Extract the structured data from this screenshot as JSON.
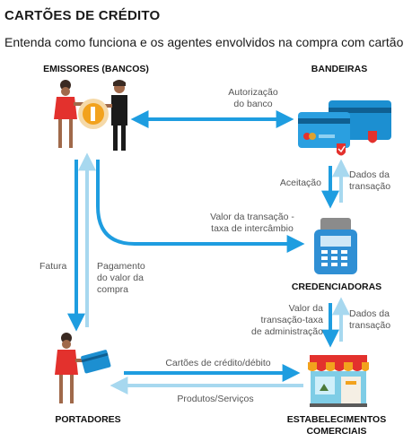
{
  "header": {
    "title": "CARTÕES DE CRÉDITO",
    "subtitle": "Entenda como funciona e os agentes envolvidos na compra com cartão"
  },
  "nodes": {
    "emissores": "EMISSORES (BANCOS)",
    "bandeiras": "BANDEIRAS",
    "credenciadoras": "CREDENCIADORAS",
    "portadores": "PORTADORES",
    "estabelecimentos_line1": "ESTABELECIMENTOS",
    "estabelecimentos_line2": "COMERCIAIS"
  },
  "flows": {
    "autorizacao_l1": "Autorização",
    "autorizacao_l2": "do banco",
    "aceitacao": "Aceitação",
    "dados_l1": "Dados da",
    "dados_l2": "transação",
    "valor_l1": "Valor da transação -",
    "valor_l2": "taxa de intercâmbio",
    "fatura": "Fatura",
    "pagamento_l1": "Pagamento",
    "pagamento_l2": "do valor da",
    "pagamento_l3": "compra",
    "valor_adm_l1": "Valor da",
    "valor_adm_l2": "transação-taxa",
    "valor_adm_l3": "de administração",
    "dados2_l1": "Dados da",
    "dados2_l2": "transação",
    "cartoes": "Cartões de crédito/débito",
    "produtos": "Produtos/Serviços"
  },
  "colors": {
    "arrow_dark": "#1e9de0",
    "arrow_light": "#a7d8ef",
    "card": "#1c8fd1",
    "badge": "#e3312d",
    "coin": "#f2a21d"
  }
}
